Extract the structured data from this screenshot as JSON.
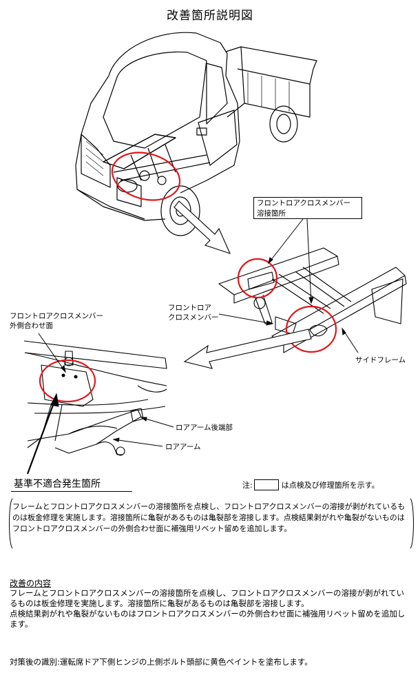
{
  "title": "改善箇所説明図",
  "labels": {
    "weld_point": "フロントロアクロスメンバー\n溶接箇所",
    "cross_member": "フロントロア\nクロスメンバー",
    "side_frame": "サイドフレーム",
    "outer_face": "フロントロアクロスメンバー\n外側合わせ面",
    "lower_arm_rear": "ロアアーム後端部",
    "lower_arm": "ロアアーム",
    "nonconformity": "基準不適合発生箇所"
  },
  "note": {
    "prefix": "注:",
    "suffix": "は点検及び修理箇所を示す。"
  },
  "summary_text": "フレームとフロントロアクロスメンバーの溶接箇所を点検し、フロントロアクロスメンバーの溶接が剥がれているものは板金修理を実施します。溶接箇所に亀裂があるものは亀裂部を溶接します。点検結果剥がれや亀裂がないものはフロントロアクロスメンバーの外側合わせ面に補強用リベット留めを追加します。",
  "improvement": {
    "heading": "改善の内容",
    "body": "フレームとフロントロアクロスメンバーの溶接箇所を点検し、フロントロアクロスメンバーの溶接が剥がれているものは板金修理を実施します。溶接箇所に亀裂があるものは亀裂部を溶接します。\n点検結果剥がれや亀裂がないものはフロントロアクロスメンバーの外側合わせ面に補強用リベット留めを追加します。"
  },
  "identification": "対策後の識別:運転席ドア下側ヒンジの上側ボルト頭部に黄色ペイントを塗布します。",
  "colors": {
    "highlight": "#e0161b",
    "line": "#000000"
  }
}
